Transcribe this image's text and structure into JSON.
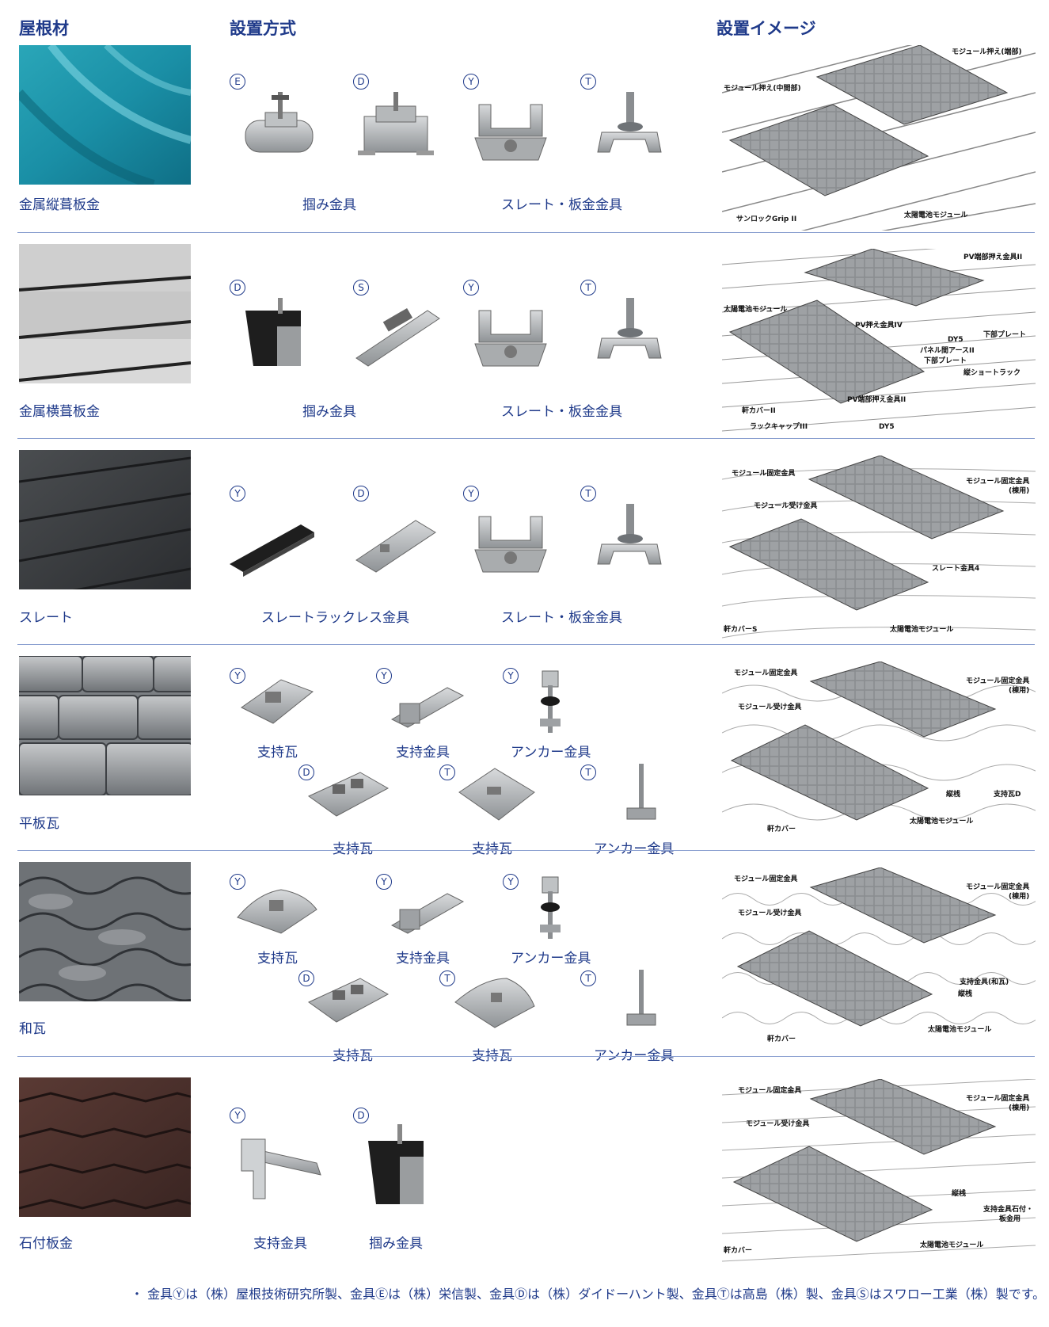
{
  "headers": {
    "roof": "屋根材",
    "method": "設置方式",
    "image": "設置イメージ"
  },
  "colors": {
    "accent": "#1f3a8a",
    "separator": "#8a9fd0"
  },
  "rows": [
    {
      "roof_name": "金属縦葺板金",
      "parts": [
        {
          "badge": "E"
        },
        {
          "badge": "D"
        },
        {
          "badge": "Y"
        },
        {
          "badge": "T"
        }
      ],
      "captions": [
        "掴み金具",
        "スレート・板金金具"
      ],
      "callouts": [
        "モジュール押え(端部)",
        "モジュール押え(中間部)",
        "サンロックGrip II",
        "太陽電池モジュール"
      ]
    },
    {
      "roof_name": "金属横葺板金",
      "parts": [
        {
          "badge": "D"
        },
        {
          "badge": "S"
        },
        {
          "badge": "Y"
        },
        {
          "badge": "T"
        }
      ],
      "captions": [
        "掴み金具",
        "スレート・板金金具"
      ],
      "callouts": [
        "PV端部押え金具II",
        "太陽電池モジュール",
        "PV押え金具IV",
        "DY5",
        "下部プレート",
        "パネル間アースII",
        "下部プレート",
        "縦ショートラック",
        "軒カバーII",
        "PV端部押え金具II",
        "ラックキャップIII",
        "DY5"
      ]
    },
    {
      "roof_name": "スレート",
      "parts": [
        {
          "badge": "Y"
        },
        {
          "badge": "D"
        },
        {
          "badge": "Y"
        },
        {
          "badge": "T"
        }
      ],
      "captions": [
        "スレートラックレス金具",
        "スレート・板金金具"
      ],
      "callouts": [
        "モジュール固定金具",
        "モジュール固定金具",
        "(棟用)",
        "モジュール受け金具",
        "スレート金具4",
        "軒カバーS",
        "太陽電池モジュール"
      ]
    },
    {
      "roof_name": "平板瓦",
      "parts_top": [
        {
          "badge": "Y",
          "caption": "支持瓦"
        },
        {
          "badge": "Y",
          "caption": "支持金具"
        },
        {
          "badge": "Y",
          "caption": "アンカー金具"
        }
      ],
      "parts_bottom": [
        {
          "badge": "D",
          "caption": "支持瓦"
        },
        {
          "badge": "T",
          "caption": "支持瓦"
        },
        {
          "badge": "T",
          "caption": "アンカー金具"
        }
      ],
      "callouts": [
        "モジュール固定金具",
        "モジュール固定金具",
        "(棟用)",
        "モジュール受け金具",
        "縦桟",
        "支持瓦D",
        "軒カバー",
        "太陽電池モジュール"
      ]
    },
    {
      "roof_name": "和瓦",
      "parts_top": [
        {
          "badge": "Y",
          "caption": "支持瓦"
        },
        {
          "badge": "Y",
          "caption": "支持金具"
        },
        {
          "badge": "Y",
          "caption": "アンカー金具"
        }
      ],
      "parts_bottom": [
        {
          "badge": "D",
          "caption": "支持瓦"
        },
        {
          "badge": "T",
          "caption": "支持瓦"
        },
        {
          "badge": "T",
          "caption": "アンカー金具"
        }
      ],
      "callouts": [
        "モジュール固定金具",
        "モジュール固定金具",
        "(棟用)",
        "モジュール受け金具",
        "支持金具(和瓦)",
        "縦桟",
        "軒カバー",
        "太陽電池モジュール"
      ]
    },
    {
      "roof_name": "石付板金",
      "parts": [
        {
          "badge": "Y",
          "caption": "支持金具"
        },
        {
          "badge": "D",
          "caption": "掴み金具"
        }
      ],
      "callouts": [
        "モジュール固定金具",
        "モジュール固定金具",
        "(棟用)",
        "モジュール受け金具",
        "縦桟",
        "支持金具石付・",
        "板金用",
        "軒カバー",
        "太陽電池モジュール"
      ]
    }
  ],
  "footnote": "・ 金具Ⓨは（株）屋根技術研究所製、金具Ⓔは（株）栄信製、金具Ⓓは（株）ダイドーハント製、金具Ⓣは高島（株）製、金具Ⓢはスワロー工業（株）製です。"
}
